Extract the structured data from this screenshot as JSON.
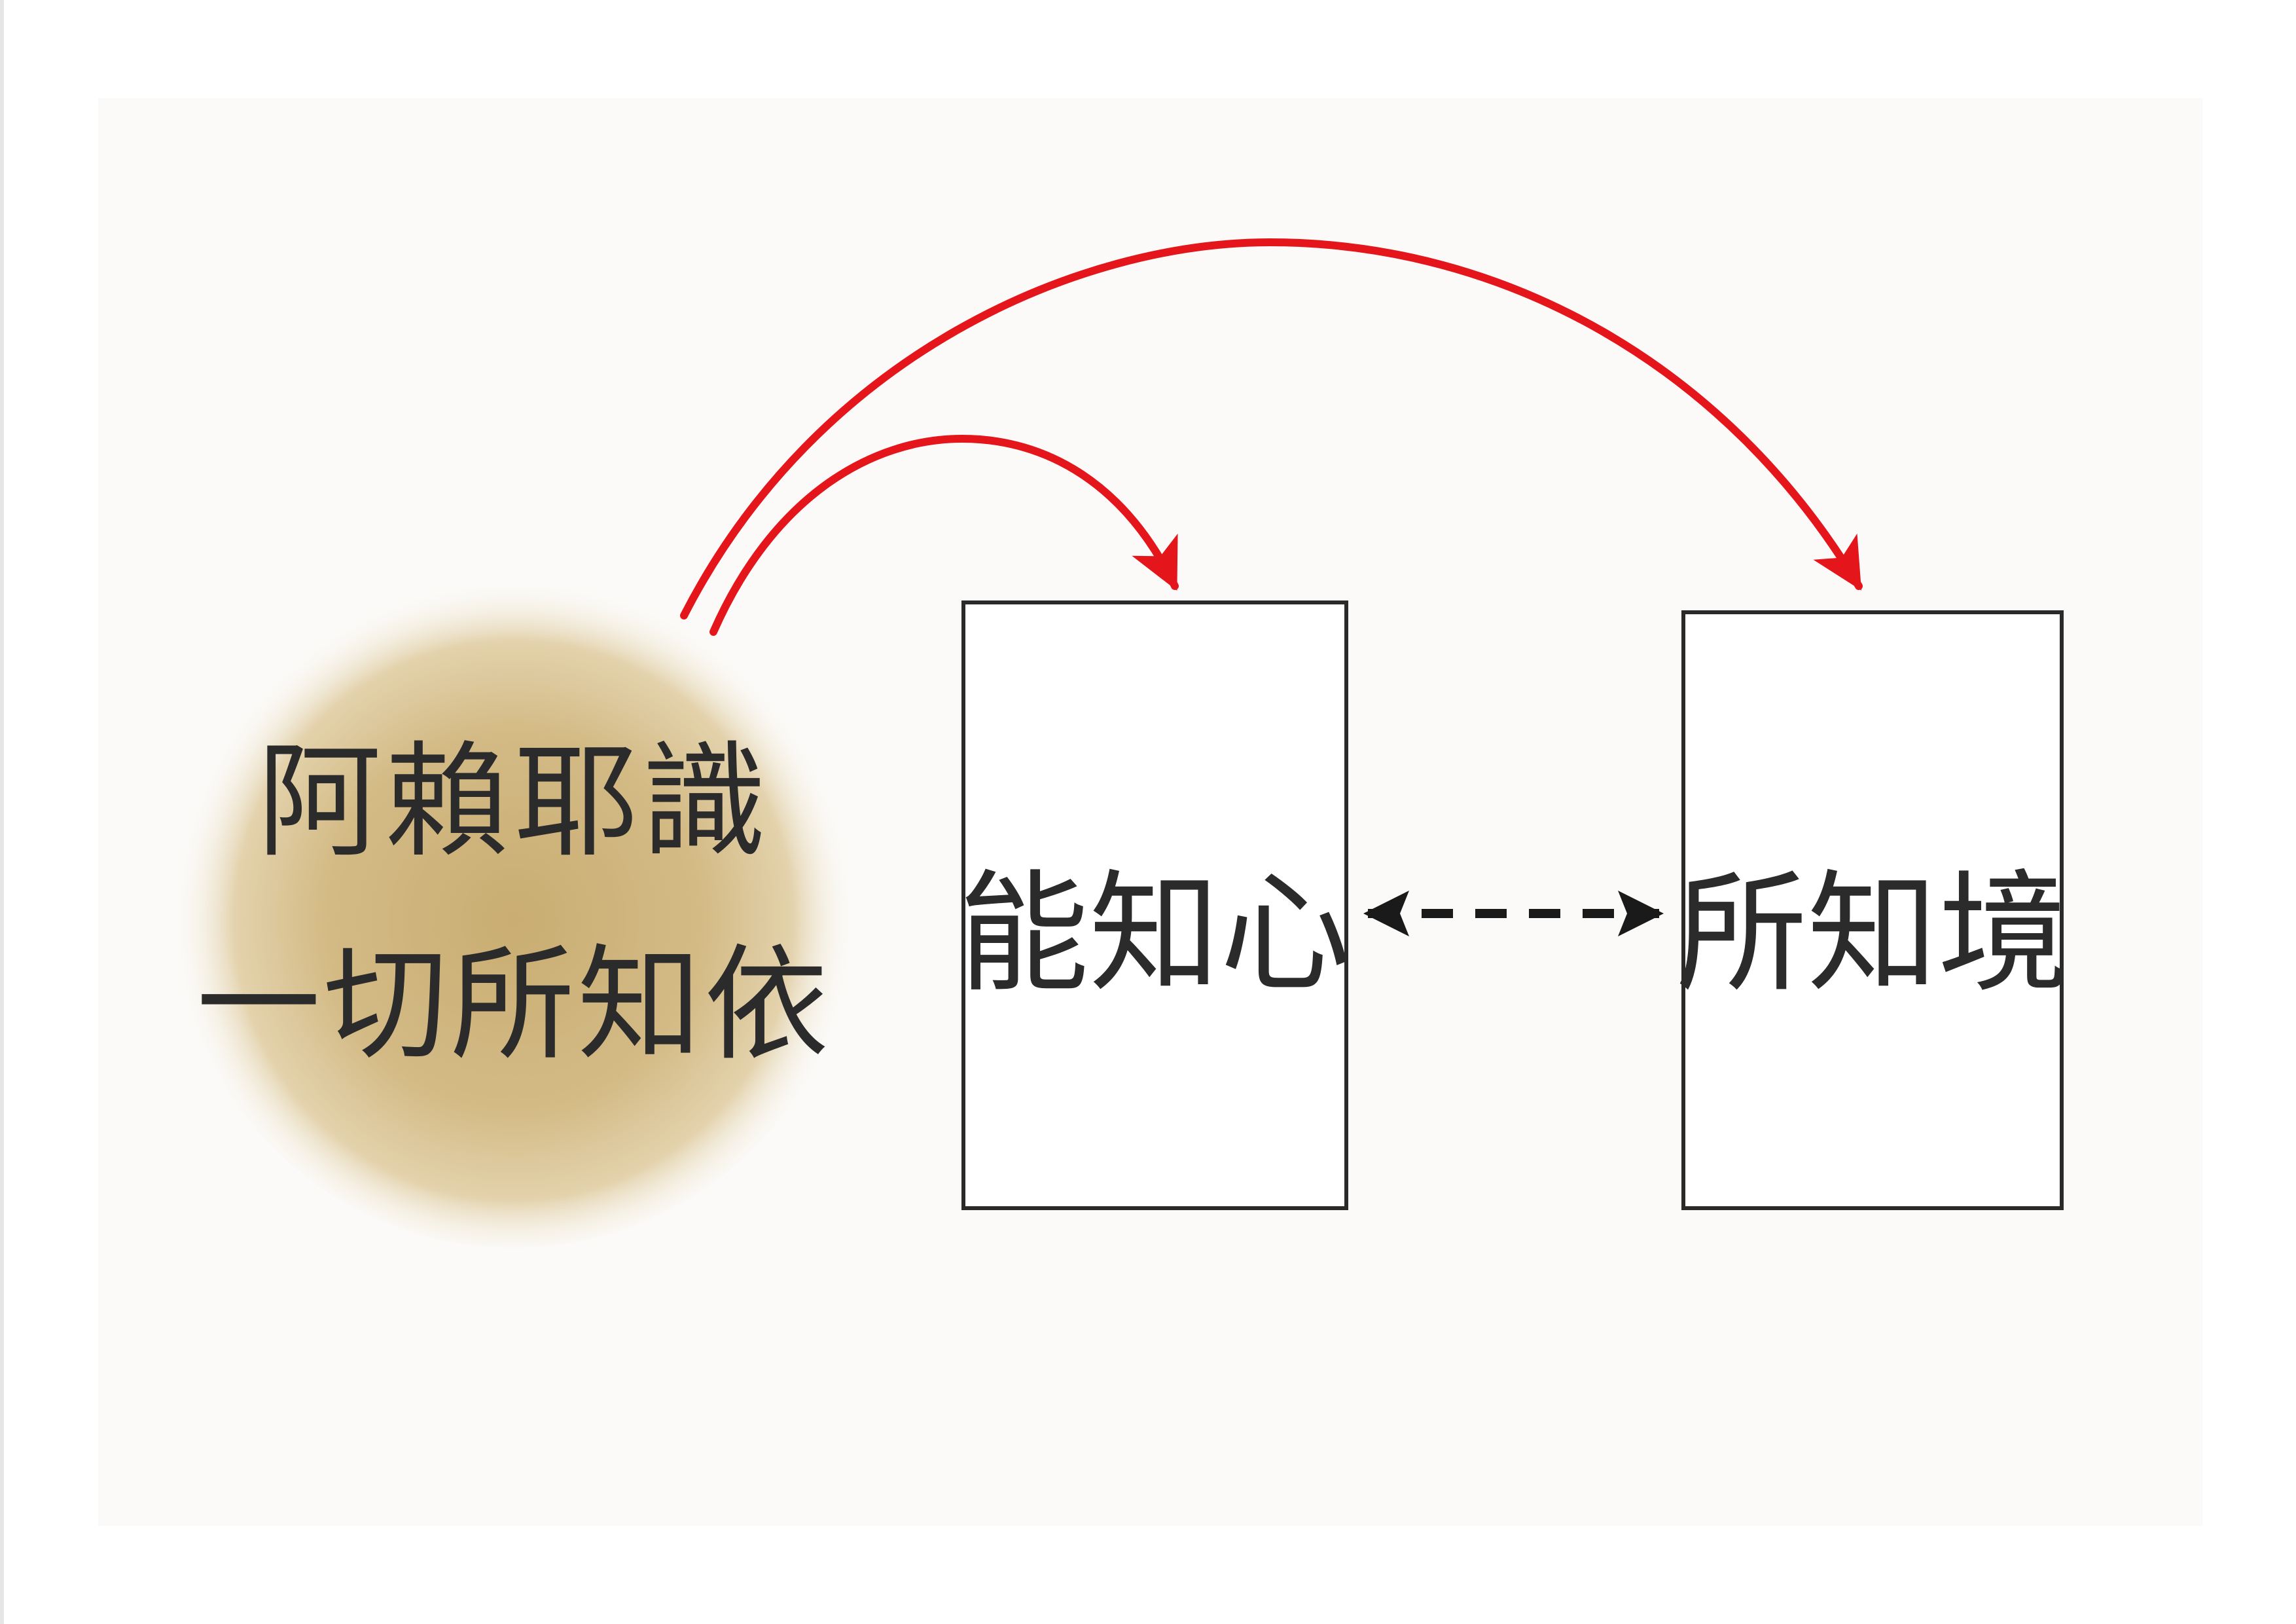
{
  "diagram": {
    "source_node": {
      "line1": "阿賴耶識",
      "line2": "一切所知依"
    },
    "subject_box": {
      "label": "能知心"
    },
    "object_box": {
      "label": "所知境"
    },
    "colors": {
      "arrow_red": "#e4161c",
      "circle_center": "#c9ad72",
      "circle_edge": "#f6efe0",
      "box_stroke": "#2a2a2a",
      "text": "#2b2b2b",
      "dashed_arrow": "#1a1a1a"
    }
  }
}
